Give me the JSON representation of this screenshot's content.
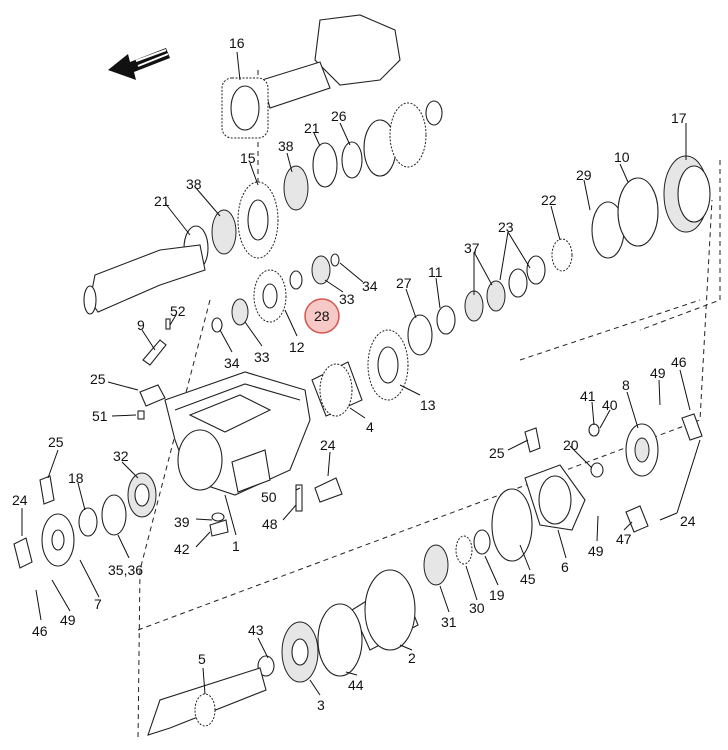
{
  "callouts": [
    {
      "id": "c16",
      "text": "16"
    },
    {
      "id": "c15",
      "text": "15"
    },
    {
      "id": "c38a",
      "text": "38"
    },
    {
      "id": "c21a",
      "text": "21"
    },
    {
      "id": "c26",
      "text": "26"
    },
    {
      "id": "c38b",
      "text": "38"
    },
    {
      "id": "c21b",
      "text": "21"
    },
    {
      "id": "c17",
      "text": "17"
    },
    {
      "id": "c10",
      "text": "10"
    },
    {
      "id": "c29",
      "text": "29"
    },
    {
      "id": "c22",
      "text": "22"
    },
    {
      "id": "c23",
      "text": "23"
    },
    {
      "id": "c37",
      "text": "37"
    },
    {
      "id": "c11",
      "text": "11"
    },
    {
      "id": "c27",
      "text": "27"
    },
    {
      "id": "c34a",
      "text": "34"
    },
    {
      "id": "c33a",
      "text": "33"
    },
    {
      "id": "c28",
      "text": "28"
    },
    {
      "id": "c12",
      "text": "12"
    },
    {
      "id": "c33b",
      "text": "33"
    },
    {
      "id": "c34b",
      "text": "34"
    },
    {
      "id": "c52",
      "text": "52"
    },
    {
      "id": "c9",
      "text": "9"
    },
    {
      "id": "c25a",
      "text": "25"
    },
    {
      "id": "c51",
      "text": "51"
    },
    {
      "id": "c13",
      "text": "13"
    },
    {
      "id": "c4",
      "text": "4"
    },
    {
      "id": "c46a",
      "text": "46"
    },
    {
      "id": "c49a",
      "text": "49"
    },
    {
      "id": "c8",
      "text": "8"
    },
    {
      "id": "c41",
      "text": "41"
    },
    {
      "id": "c40",
      "text": "40"
    },
    {
      "id": "c24a",
      "text": "24"
    },
    {
      "id": "c25b",
      "text": "25"
    },
    {
      "id": "c32",
      "text": "32"
    },
    {
      "id": "c18",
      "text": "18"
    },
    {
      "id": "c50",
      "text": "50"
    },
    {
      "id": "c48",
      "text": "48"
    },
    {
      "id": "c39",
      "text": "39"
    },
    {
      "id": "c42",
      "text": "42"
    },
    {
      "id": "c1",
      "text": "1"
    },
    {
      "id": "c20",
      "text": "20"
    },
    {
      "id": "c25c",
      "text": "25"
    },
    {
      "id": "c24b",
      "text": "24"
    },
    {
      "id": "c35",
      "text": "35,36"
    },
    {
      "id": "c7",
      "text": "7"
    },
    {
      "id": "c49b",
      "text": "49"
    },
    {
      "id": "c46b",
      "text": "46"
    },
    {
      "id": "c49c",
      "text": "49"
    },
    {
      "id": "c47",
      "text": "47"
    },
    {
      "id": "c24c",
      "text": "24"
    },
    {
      "id": "c6",
      "text": "6"
    },
    {
      "id": "c45",
      "text": "45"
    },
    {
      "id": "c19",
      "text": "19"
    },
    {
      "id": "c30",
      "text": "30"
    },
    {
      "id": "c31",
      "text": "31"
    },
    {
      "id": "c43",
      "text": "43"
    },
    {
      "id": "c5",
      "text": "5"
    },
    {
      "id": "c3",
      "text": "3"
    },
    {
      "id": "c44",
      "text": "44"
    },
    {
      "id": "c2",
      "text": "2"
    }
  ],
  "highlight": {
    "text": "28",
    "color": "#d9534f",
    "fill": "#f6c9c7"
  },
  "icons": [
    "direction-arrow-icon"
  ]
}
